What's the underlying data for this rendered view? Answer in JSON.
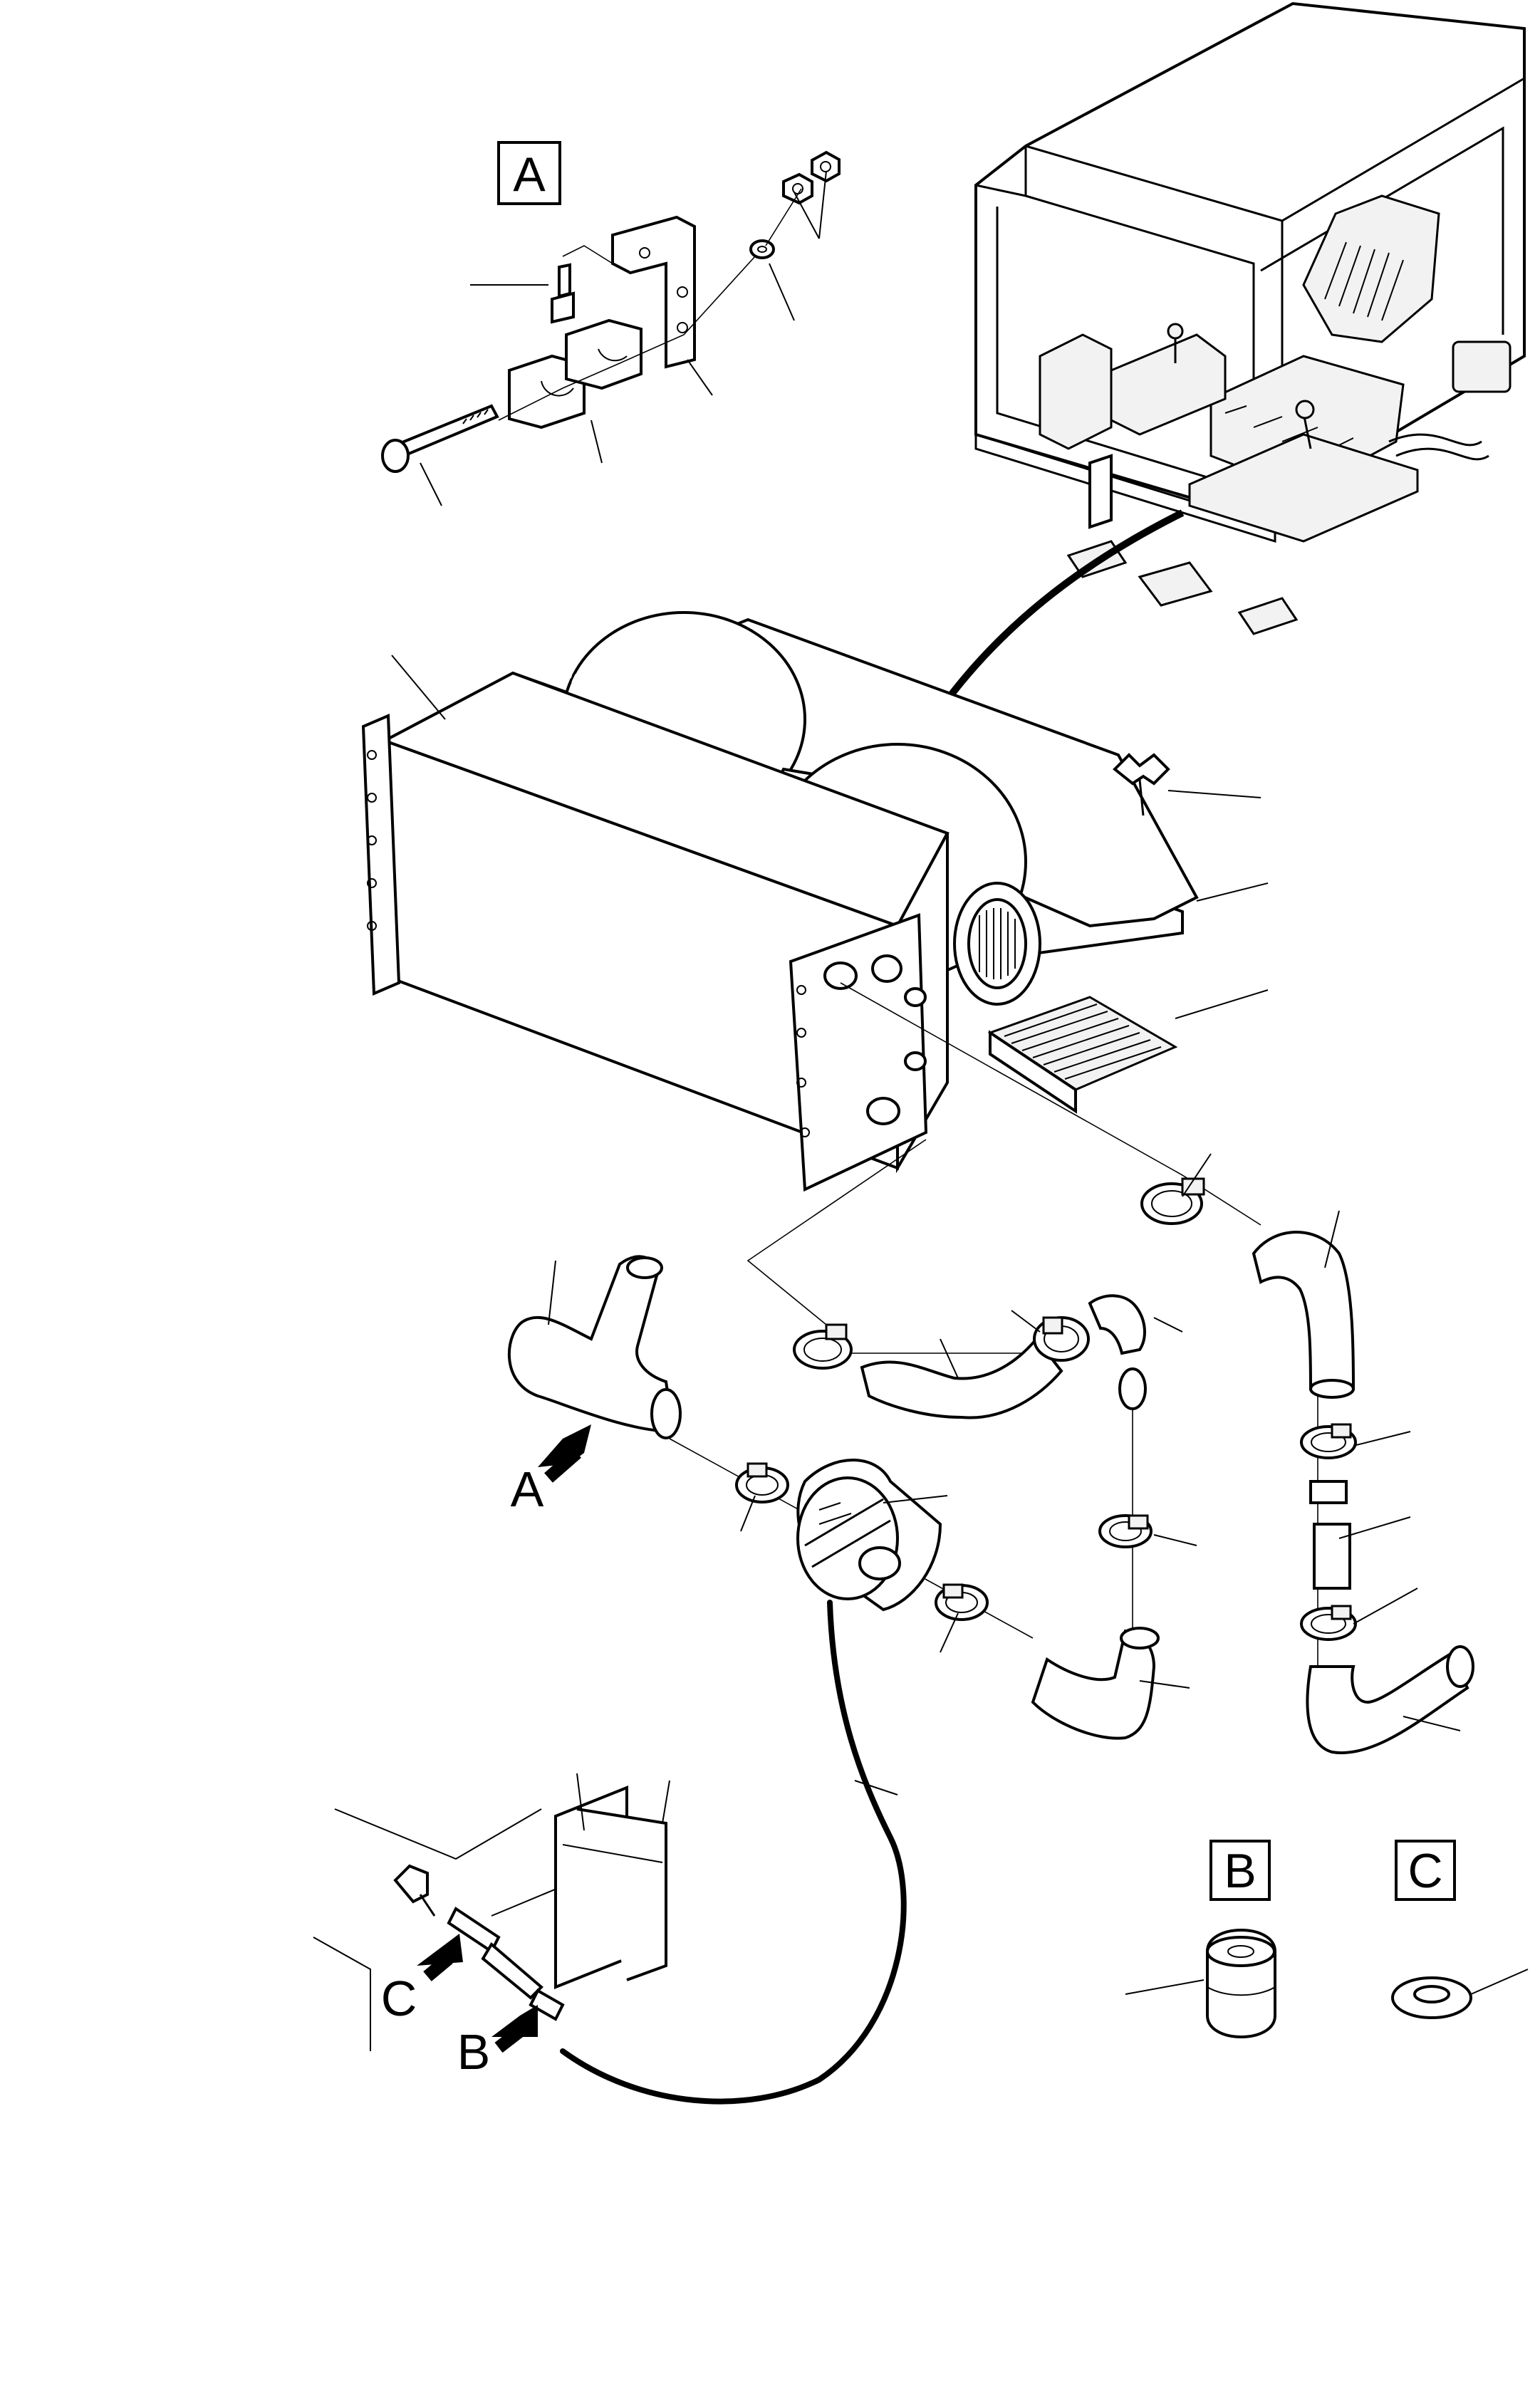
{
  "detail_labels": {
    "a": "A",
    "b": "B",
    "c": "C"
  },
  "view_arrows": {
    "a": "A",
    "b": "B",
    "c": "C"
  }
}
